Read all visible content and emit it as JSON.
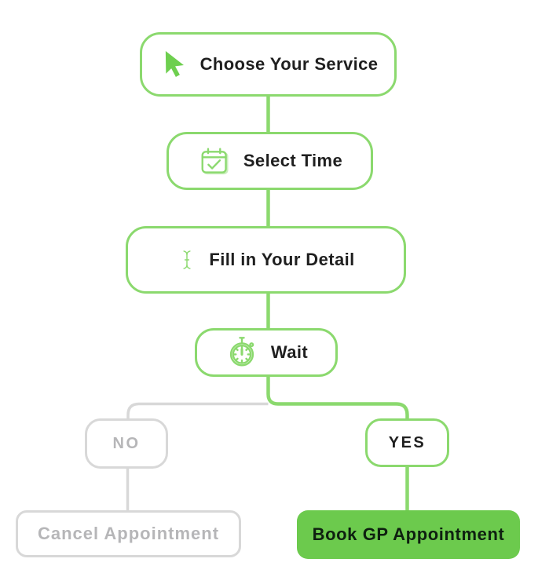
{
  "title": "GP appointment booking flowchart",
  "colors": {
    "green_outline": "#8bd96e",
    "green_icon": "#6ecf4f",
    "green_fill": "#6cca4d",
    "gray_outline": "#d8d8d8",
    "gray_text": "#b6b6b8",
    "dark_text": "#1f1f1f",
    "dark_green_text": "#0e2010",
    "background": "#ffffff"
  },
  "flowchart": {
    "steps": [
      {
        "label": "Choose Your Service",
        "icon": "cursor-arrow-icon"
      },
      {
        "label": "Select Time",
        "icon": "calendar-check-icon"
      },
      {
        "label": "Fill in Your Detail",
        "icon": "text-cursor-icon"
      },
      {
        "label": "Wait",
        "icon": "stopwatch-icon"
      }
    ],
    "decision": {
      "no": {
        "label": "NO",
        "outcome": "Cancel Appointment"
      },
      "yes": {
        "label": "YES",
        "outcome": "Book GP Appointment"
      }
    }
  }
}
